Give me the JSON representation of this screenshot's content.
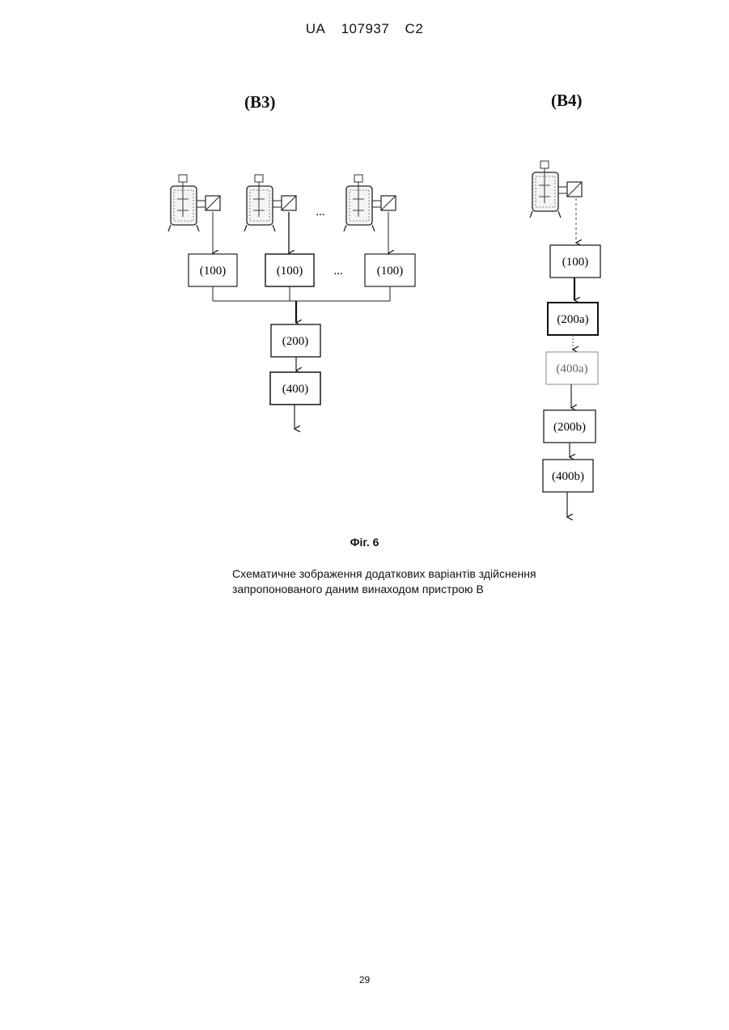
{
  "header": {
    "country": "UA",
    "number": "107937",
    "kind": "C2"
  },
  "variants": {
    "b3": {
      "label": "(B3)",
      "ellipsis_top": "...",
      "ellipsis_mid": "...",
      "boxes": [
        "(100)",
        "(100)",
        "(100)",
        "(200)",
        "(400)"
      ]
    },
    "b4": {
      "label": "(B4)",
      "boxes": [
        "(100)",
        "(200a)",
        "(400a)",
        "(200b)",
        "(400b)"
      ]
    }
  },
  "figure": {
    "label": "Фіг. 6",
    "caption_line1": "Схематичне зображення додаткових варіантів здійснення",
    "caption_line2": "запропонованого даним винаходом пристрою В"
  },
  "page_number": "29"
}
